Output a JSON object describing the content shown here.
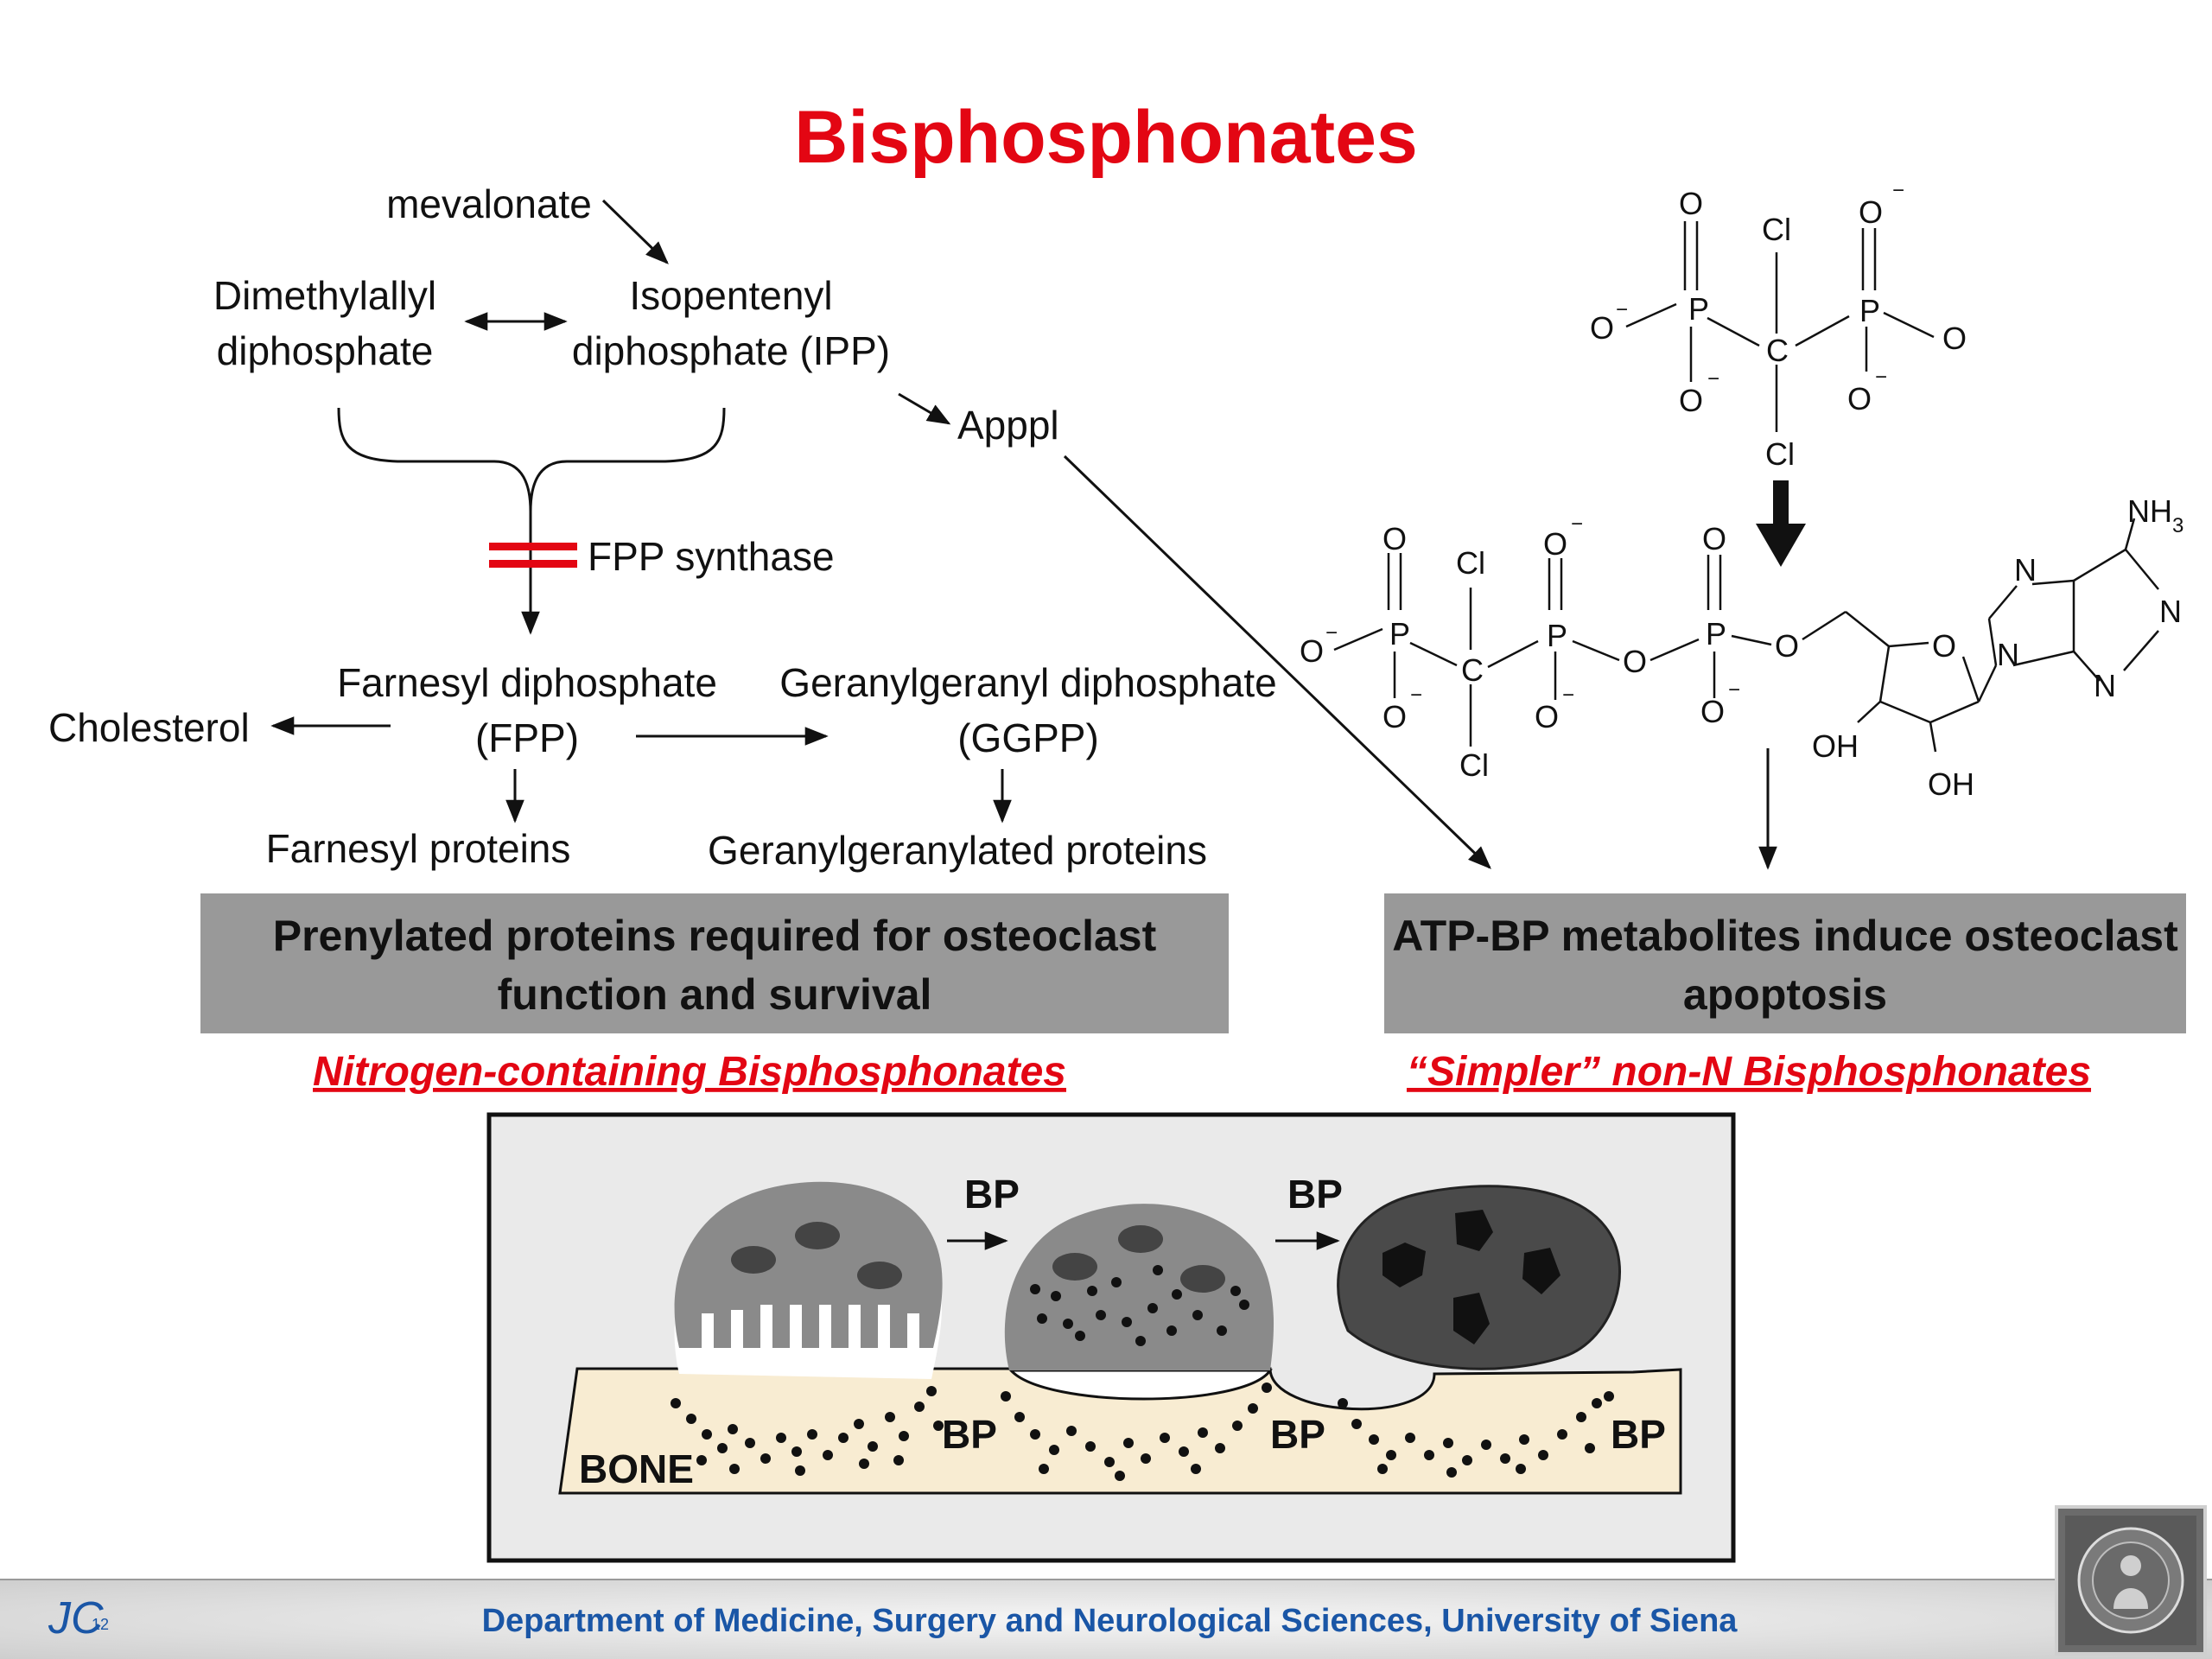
{
  "title": "Bisphosphonates",
  "pathway": {
    "mevalonate": "mevalonate",
    "dma_line1": "Dimethylallyl",
    "dma_line2": "diphosphate",
    "ipp_line1": "Isopentenyl",
    "ipp_line2": "diphosphate (IPP)",
    "appi": "Apppl",
    "fpp_synthase": "FPP synthase",
    "fpp_line1": "Farnesyl diphosphate",
    "fpp_line2": "(FPP)",
    "cholesterol": "Cholesterol",
    "ggpp_line1": "Geranylgeranyl diphosphate",
    "ggpp_line2": "(GGPP)",
    "farnesyl_proteins": "Farnesyl proteins",
    "gg_proteins": "Geranylgeranylated proteins"
  },
  "boxes": {
    "left_line1": "Prenylated proteins required for osteoclast",
    "left_line2": "function and survival",
    "right_line1": "ATP-BP metabolites induce osteoclast",
    "right_line2": "apoptosis"
  },
  "labels": {
    "nbp": "Nitrogen-containing Bisphosphonates",
    "non_nbp": "“Simpler” non-N Bisphosphonates"
  },
  "chem": {
    "O": "O",
    "P": "P",
    "C": "C",
    "Cl": "Cl",
    "OH": "OH",
    "N": "N",
    "NH": "NH",
    "sub3": "3",
    "minus": "−"
  },
  "illustration": {
    "bp": "BP",
    "bone": "BONE"
  },
  "footer": {
    "department": "Department of Medicine, Surgery and Neurological Sciences, University of Siena",
    "logo_mark": "JC",
    "logo_sub": "12"
  },
  "colors": {
    "title": "#e30613",
    "box_fill": "#999999",
    "bone_fill": "#f8ecd2",
    "footer_text": "#1a56a6"
  }
}
